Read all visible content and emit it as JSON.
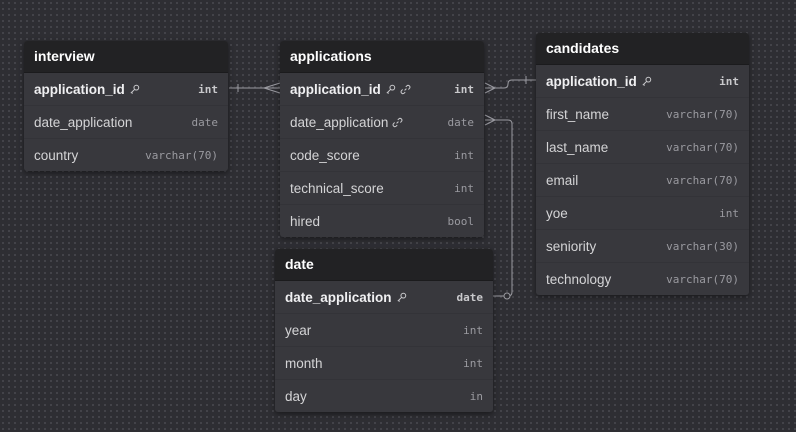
{
  "tables": {
    "interview": {
      "title": "interview",
      "fields": [
        {
          "name": "application_id",
          "type": "int"
        },
        {
          "name": "date_application",
          "type": "date"
        },
        {
          "name": "country",
          "type": "varchar(70)"
        }
      ]
    },
    "applications": {
      "title": "applications",
      "fields": [
        {
          "name": "application_id",
          "type": "int"
        },
        {
          "name": "date_application",
          "type": "date"
        },
        {
          "name": "code_score",
          "type": "int"
        },
        {
          "name": "technical_score",
          "type": "int"
        },
        {
          "name": "hired",
          "type": "bool"
        }
      ]
    },
    "candidates": {
      "title": "candidates",
      "fields": [
        {
          "name": "application_id",
          "type": "int"
        },
        {
          "name": "first_name",
          "type": "varchar(70)"
        },
        {
          "name": "last_name",
          "type": "varchar(70)"
        },
        {
          "name": "email",
          "type": "varchar(70)"
        },
        {
          "name": "yoe",
          "type": "int"
        },
        {
          "name": "seniority",
          "type": "varchar(30)"
        },
        {
          "name": "technology",
          "type": "varchar(70)"
        }
      ]
    },
    "date": {
      "title": "date",
      "fields": [
        {
          "name": "date_application",
          "type": "date"
        },
        {
          "name": "year",
          "type": "int"
        },
        {
          "name": "month",
          "type": "int"
        },
        {
          "name": "day",
          "type": "in"
        }
      ]
    }
  },
  "icons": {
    "key": "key-icon",
    "link": "link-icon"
  },
  "colors": {
    "background": "#2e2e33",
    "table_body": "#38383d",
    "table_header": "#222224",
    "connector": "#9a9aa0"
  }
}
